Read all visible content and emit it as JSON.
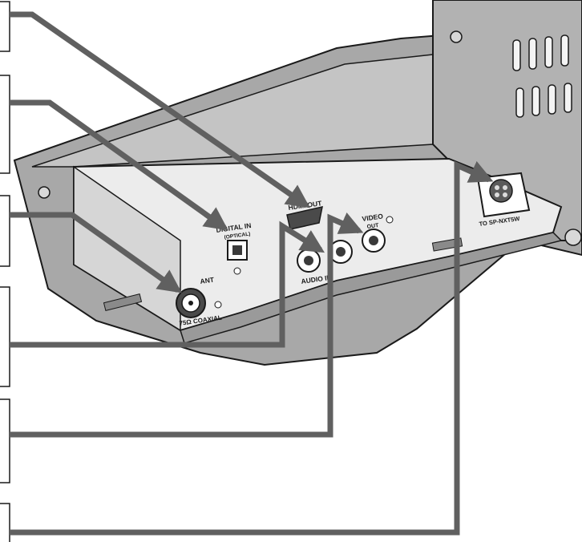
{
  "diagram": {
    "panel_labels": {
      "hdmi": "HDMI OUT",
      "digital_in": "DIGITAL IN",
      "optical": "(OPTICAL)",
      "video": "VIDEO",
      "video_out": "OUT",
      "audio_in": "AUDIO IN",
      "ant": "ANT",
      "coaxial": "75Ω COAXIAL",
      "speaker": "TO SP-NXT5W"
    },
    "callout_boxes": [
      {
        "id": "box-1",
        "text": ""
      },
      {
        "id": "box-2",
        "text": ""
      },
      {
        "id": "box-3",
        "text": ""
      },
      {
        "id": "box-4",
        "text": ""
      },
      {
        "id": "box-5",
        "text": ""
      },
      {
        "id": "box-6",
        "text": ""
      }
    ],
    "colors": {
      "arrow": "#606060",
      "line": "#1a1a1a",
      "body_dark": "#9a9a9a",
      "body_mid": "#bdbdbd",
      "panel_light": "#ececec"
    }
  }
}
